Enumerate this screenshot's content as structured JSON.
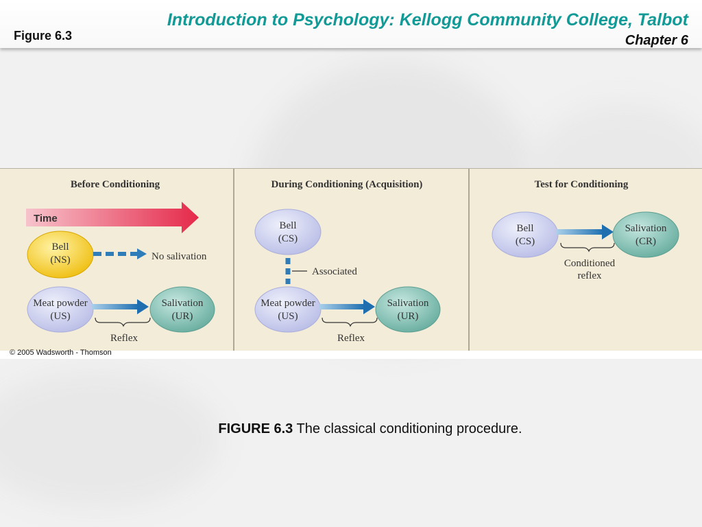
{
  "header": {
    "figure_label": "Figure 6.3",
    "title": "Introduction to Psychology: Kellogg Community College, Talbot",
    "chapter": "Chapter 6"
  },
  "diagram": {
    "panels": [
      {
        "heading": "Before Conditioning",
        "time_label": "Time",
        "bell": [
          "Bell",
          "(NS)"
        ],
        "no_salivation": "No salivation",
        "meat": [
          "Meat powder",
          "(US)"
        ],
        "salivation": [
          "Salivation",
          "(UR)"
        ],
        "reflex": "Reflex"
      },
      {
        "heading": "During Conditioning (Acquisition)",
        "bell": [
          "Bell",
          "(CS)"
        ],
        "associated": "Associated",
        "meat": [
          "Meat powder",
          "(US)"
        ],
        "salivation": [
          "Salivation",
          "(UR)"
        ],
        "reflex": "Reflex"
      },
      {
        "heading": "Test for Conditioning",
        "bell": [
          "Bell",
          "(CS)"
        ],
        "salivation": [
          "Salivation",
          "(CR)"
        ],
        "conditioned_reflex": [
          "Conditioned",
          "reflex"
        ]
      }
    ],
    "copyright": "© 2005 Wadsworth - Thomson"
  },
  "caption": {
    "bold": "FIGURE 6.3",
    "text": " The classical conditioning procedure."
  },
  "colors": {
    "title_teal": "#129a96",
    "panel_bg": "#f3ecd8",
    "bell_ns_yellow": "#f2c41c",
    "lavender_node": "#c9cdec",
    "teal_node": "#7fbfb4",
    "arrow_blue": "#2f7db8",
    "time_arrow_red": "#e8405a"
  }
}
